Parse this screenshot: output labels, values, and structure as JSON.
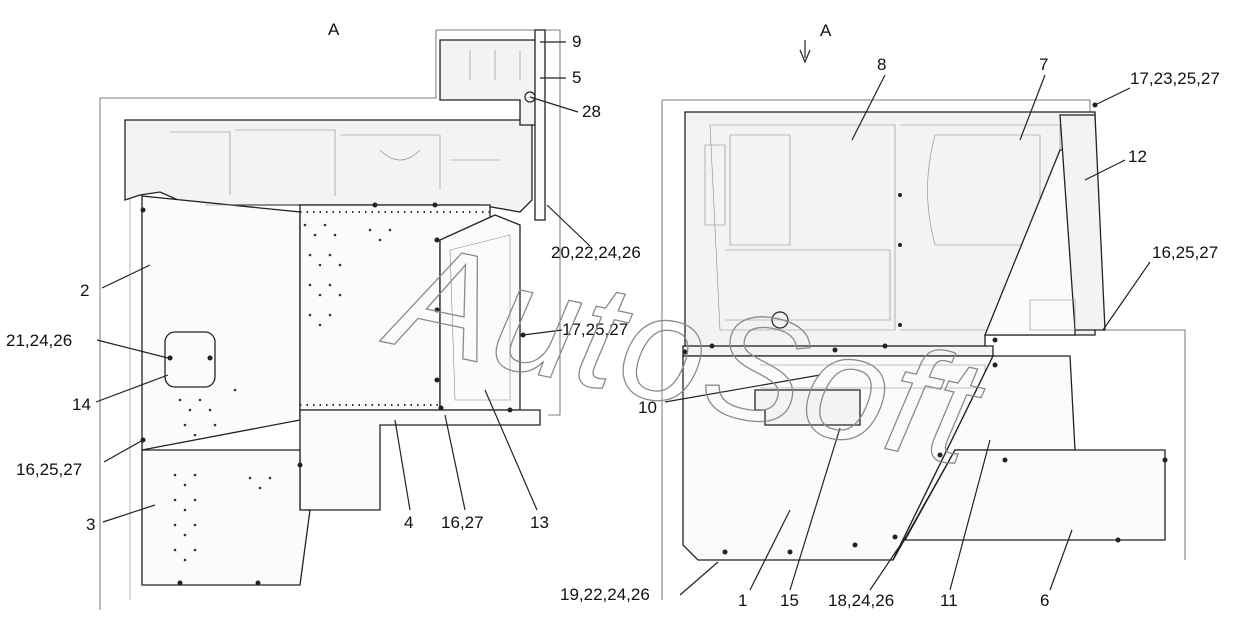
{
  "views": {
    "left_view_letter": "A",
    "right_view_letter": "A"
  },
  "callouts": {
    "l_9": "9",
    "l_5": "5",
    "l_28": "28",
    "l_2": "2",
    "l_21": "21,24,26",
    "l_14": "14",
    "l_16a": "16,25,27",
    "l_3": "3",
    "l_4": "4",
    "l_16b": "16,27",
    "l_13": "13",
    "l_20": "20,22,24,26",
    "l_17a": "17,25,27",
    "r_8": "8",
    "r_7": "7",
    "r_17": "17,23,25,27",
    "r_12": "12",
    "r_16": "16,25,27",
    "r_10": "10",
    "r_19": "19,22,24,26",
    "r_1": "1",
    "r_15": "15",
    "r_18": "18,24,26",
    "r_11": "11",
    "r_6": "6"
  },
  "watermark": "AutoSoft"
}
